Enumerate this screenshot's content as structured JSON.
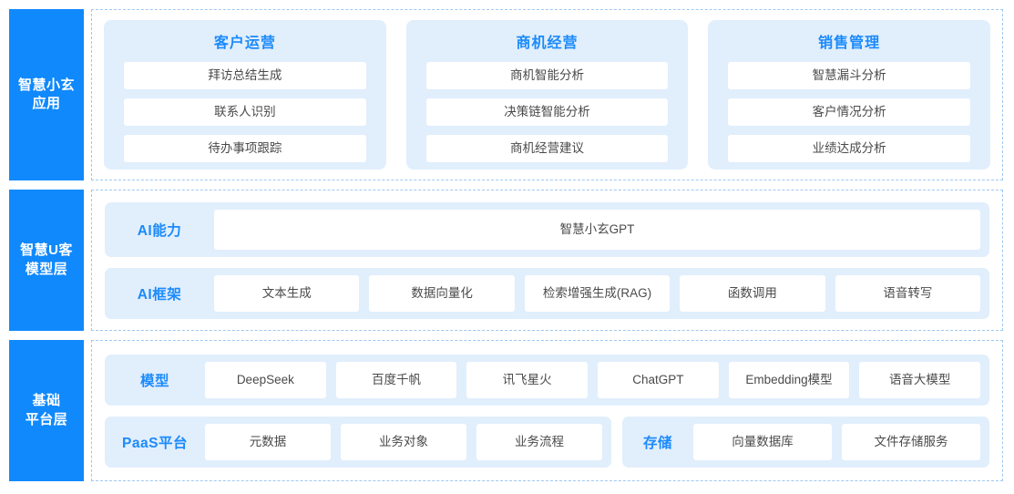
{
  "theme": {
    "brand_blue": "#1089FC",
    "accent_blue": "#1B8AFB",
    "card_bg": "#E1EEFC",
    "panel_border": "#9EC8F2",
    "text_gray": "#4A4A4A",
    "white": "#FFFFFF"
  },
  "layers": [
    {
      "id": "application",
      "label": "智慧小玄\n应用",
      "label_line1": "智慧小玄",
      "label_line2": "应用",
      "cards": [
        {
          "title": "客户运营",
          "items": [
            "拜访总结生成",
            "联系人识别",
            "待办事项跟踪"
          ]
        },
        {
          "title": "商机经营",
          "items": [
            "商机智能分析",
            "决策链智能分析",
            "商机经营建议"
          ]
        },
        {
          "title": "销售管理",
          "items": [
            "智慧漏斗分析",
            "客户情况分析",
            "业绩达成分析"
          ]
        }
      ]
    },
    {
      "id": "model",
      "label_line1": "智慧U客",
      "label_line2": "模型层",
      "bands": [
        {
          "title": "AI能力",
          "cells": [
            "智慧小玄GPT"
          ]
        },
        {
          "title": "AI框架",
          "cells": [
            "文本生成",
            "数据向量化",
            "检索增强生成(RAG)",
            "函数调用",
            "语音转写"
          ]
        }
      ]
    },
    {
      "id": "platform",
      "label_line1": "基础",
      "label_line2": "平台层",
      "bands": [
        {
          "title": "模型",
          "cells": [
            "DeepSeek",
            "百度千帆",
            "讯飞星火",
            "ChatGPT",
            "Embedding模型",
            "语音大模型"
          ]
        }
      ],
      "split_bands": [
        {
          "title": "PaaS平台",
          "cells": [
            "元数据",
            "业务对象",
            "业务流程"
          ]
        },
        {
          "title": "存储",
          "cells": [
            "向量数据库",
            "文件存储服务"
          ]
        }
      ]
    }
  ]
}
